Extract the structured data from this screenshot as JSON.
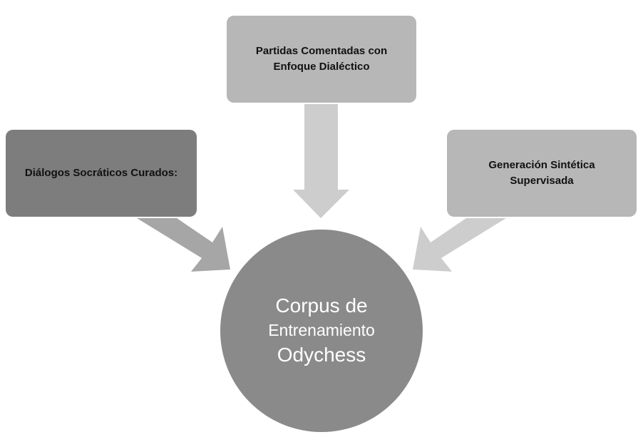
{
  "diagram": {
    "sources": {
      "top": {
        "label_line1": "Partidas Comentadas con",
        "label_line2": "Enfoque Dialéctico"
      },
      "left": {
        "label": "Diálogos Socráticos Curados:"
      },
      "right": {
        "label_line1": "Generación Sintética",
        "label_line2": "Supervisada"
      }
    },
    "hub": {
      "line1": "Corpus de",
      "line2": "Entrenamiento",
      "line3": "Odychess"
    },
    "colors": {
      "box_light": "#b7b7b7",
      "box_dark": "#7d7d7d",
      "hub": "#8a8a8a",
      "arrow": "#cdcdcd",
      "arrow_dark": "#a6a6a6"
    }
  }
}
